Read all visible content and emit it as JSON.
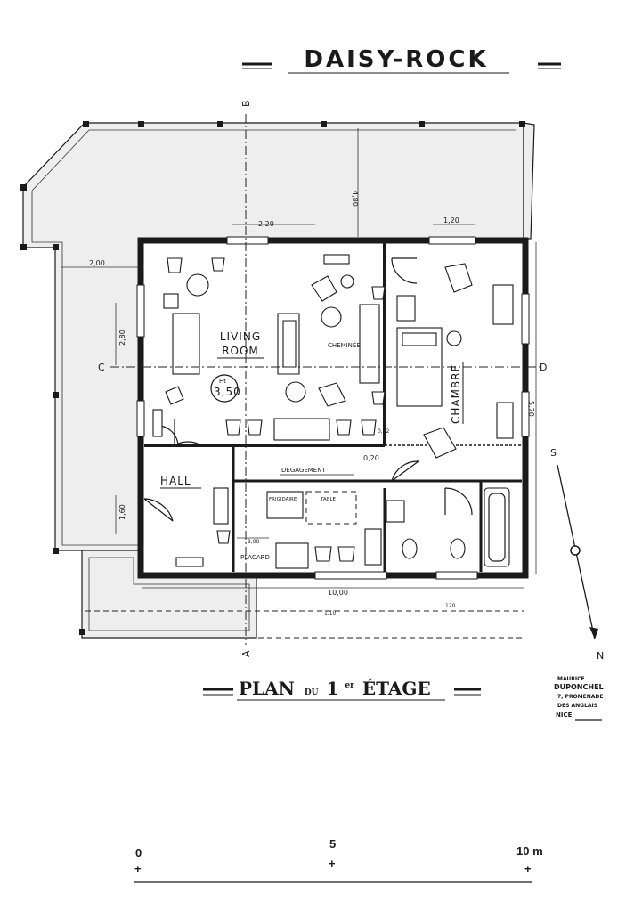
{
  "title": "DAISY-ROCK",
  "plan_title": {
    "main": "PLAN",
    "connector": "DU",
    "floor_number": "1",
    "floor_superscript": "er",
    "level": "ÉTAGE"
  },
  "rooms": {
    "living_line1": "LIVING",
    "living_line2": "ROOM",
    "cheminee": "CHEMINÉE",
    "chambre": "CHAMBRE",
    "hall": "HALL",
    "degagement": "DÉGAGEMENT",
    "placard": "PLACARD",
    "frigidaire": "FRIGIDAIRE",
    "table": "TABLE",
    "ht_mark": "Ht",
    "ht_value": "3,50"
  },
  "dimensions": {
    "d_2_20": "2,20",
    "d_1_20": "1,20",
    "d_4_80": "4,80",
    "d_2_00": "2,00",
    "d_2_80": "2,80",
    "d_1_60": "1,60",
    "d_5_70": "5,70",
    "d_0_20": "0,20",
    "d_0_12": "0,12",
    "d_3_00": "3,00",
    "d_10_00": "10,00",
    "d_1_10": "1,10",
    "d_120": "120"
  },
  "section_marks": {
    "b": "B",
    "a": "A",
    "c": "C",
    "d": "D"
  },
  "orientation": {
    "south": "S",
    "north": "N"
  },
  "credit": {
    "line1": "MAURICE",
    "line2": "DUPONCHEL",
    "line3": "7, PROMENADE",
    "line4": "DES ANGLAIS",
    "line5": "NICE"
  },
  "scale": {
    "start": "0",
    "mid": "5",
    "end": "10 m"
  }
}
